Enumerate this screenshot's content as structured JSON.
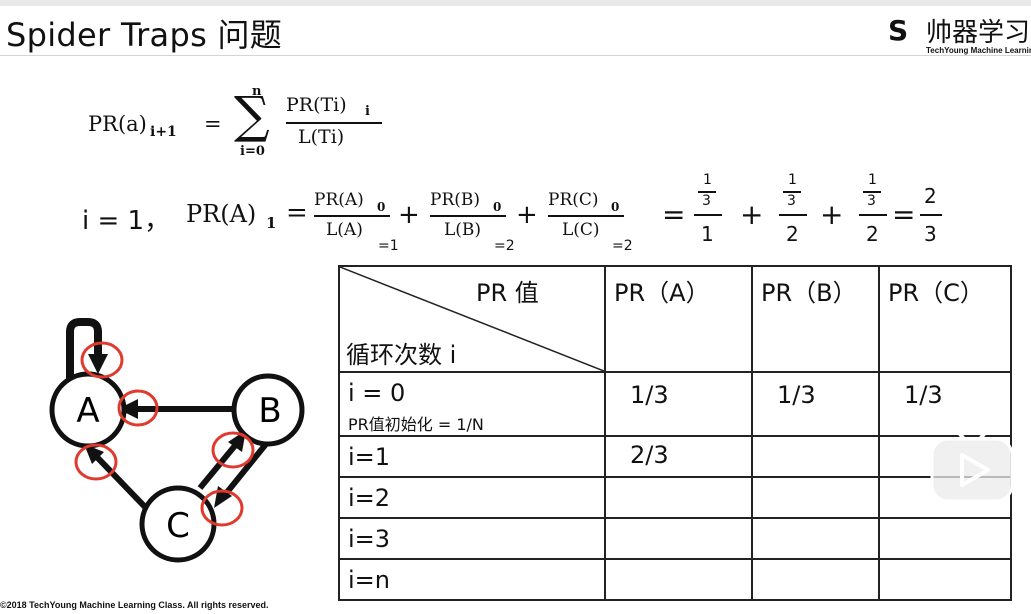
{
  "title": "Spider Traps 问题",
  "logo": {
    "mark": "S",
    "name": "帅器学习",
    "tagline": "TechYoung Machine Learning"
  },
  "formula1": {
    "lhs": "PR(a)",
    "lhs_sub": "i+1",
    "equals": "=",
    "sum_top": "n",
    "sum_bottom": "i=0",
    "sigma": "∑",
    "numerator": "PR(Ti)",
    "numerator_sub": "i",
    "denominator": "L(Ti)"
  },
  "formula2": {
    "prefix": "i = 1，",
    "lhs": "PR(A)",
    "lhs_sub": "1",
    "equals": "=",
    "terms": [
      {
        "num": "PR(A)",
        "num_sub": "0",
        "den": "L(A)",
        "den_note": "=1"
      },
      {
        "num": "PR(B)",
        "num_sub": "0",
        "den": "L(B)",
        "den_note": "=2"
      },
      {
        "num": "PR(C)",
        "num_sub": "0",
        "den": "L(C)",
        "den_note": "=2"
      }
    ],
    "plus": "+",
    "eval_terms": [
      {
        "inner_num": "1",
        "inner_den": "3",
        "den": "1"
      },
      {
        "inner_num": "1",
        "inner_den": "3",
        "den": "2"
      },
      {
        "inner_num": "1",
        "inner_den": "3",
        "den": "2"
      }
    ],
    "result_num": "2",
    "result_den": "3"
  },
  "table": {
    "corner_top": "PR 值",
    "corner_bottom": "循环次数 i",
    "columns": [
      "PR（A）",
      "PR（B）",
      "PR（C）"
    ],
    "rows": [
      {
        "label": "i =  0",
        "sublabel": "PR值初始化 = 1/N",
        "values": [
          "1/3",
          "1/3",
          "1/3"
        ]
      },
      {
        "label": "i=1",
        "values": [
          "2/3",
          "",
          ""
        ]
      },
      {
        "label": "i=2",
        "values": [
          "",
          "",
          ""
        ]
      },
      {
        "label": "i=3",
        "values": [
          "",
          "",
          ""
        ]
      },
      {
        "label": "i=n",
        "values": [
          "",
          "",
          ""
        ]
      }
    ]
  },
  "graph": {
    "nodes": [
      "A",
      "B",
      "C"
    ],
    "highlight_color": "#e03a2f"
  },
  "footer": "©2018  TechYoung Machine Learning Class. All rights reserved.",
  "overlay": {
    "icon": "video-play-icon"
  }
}
